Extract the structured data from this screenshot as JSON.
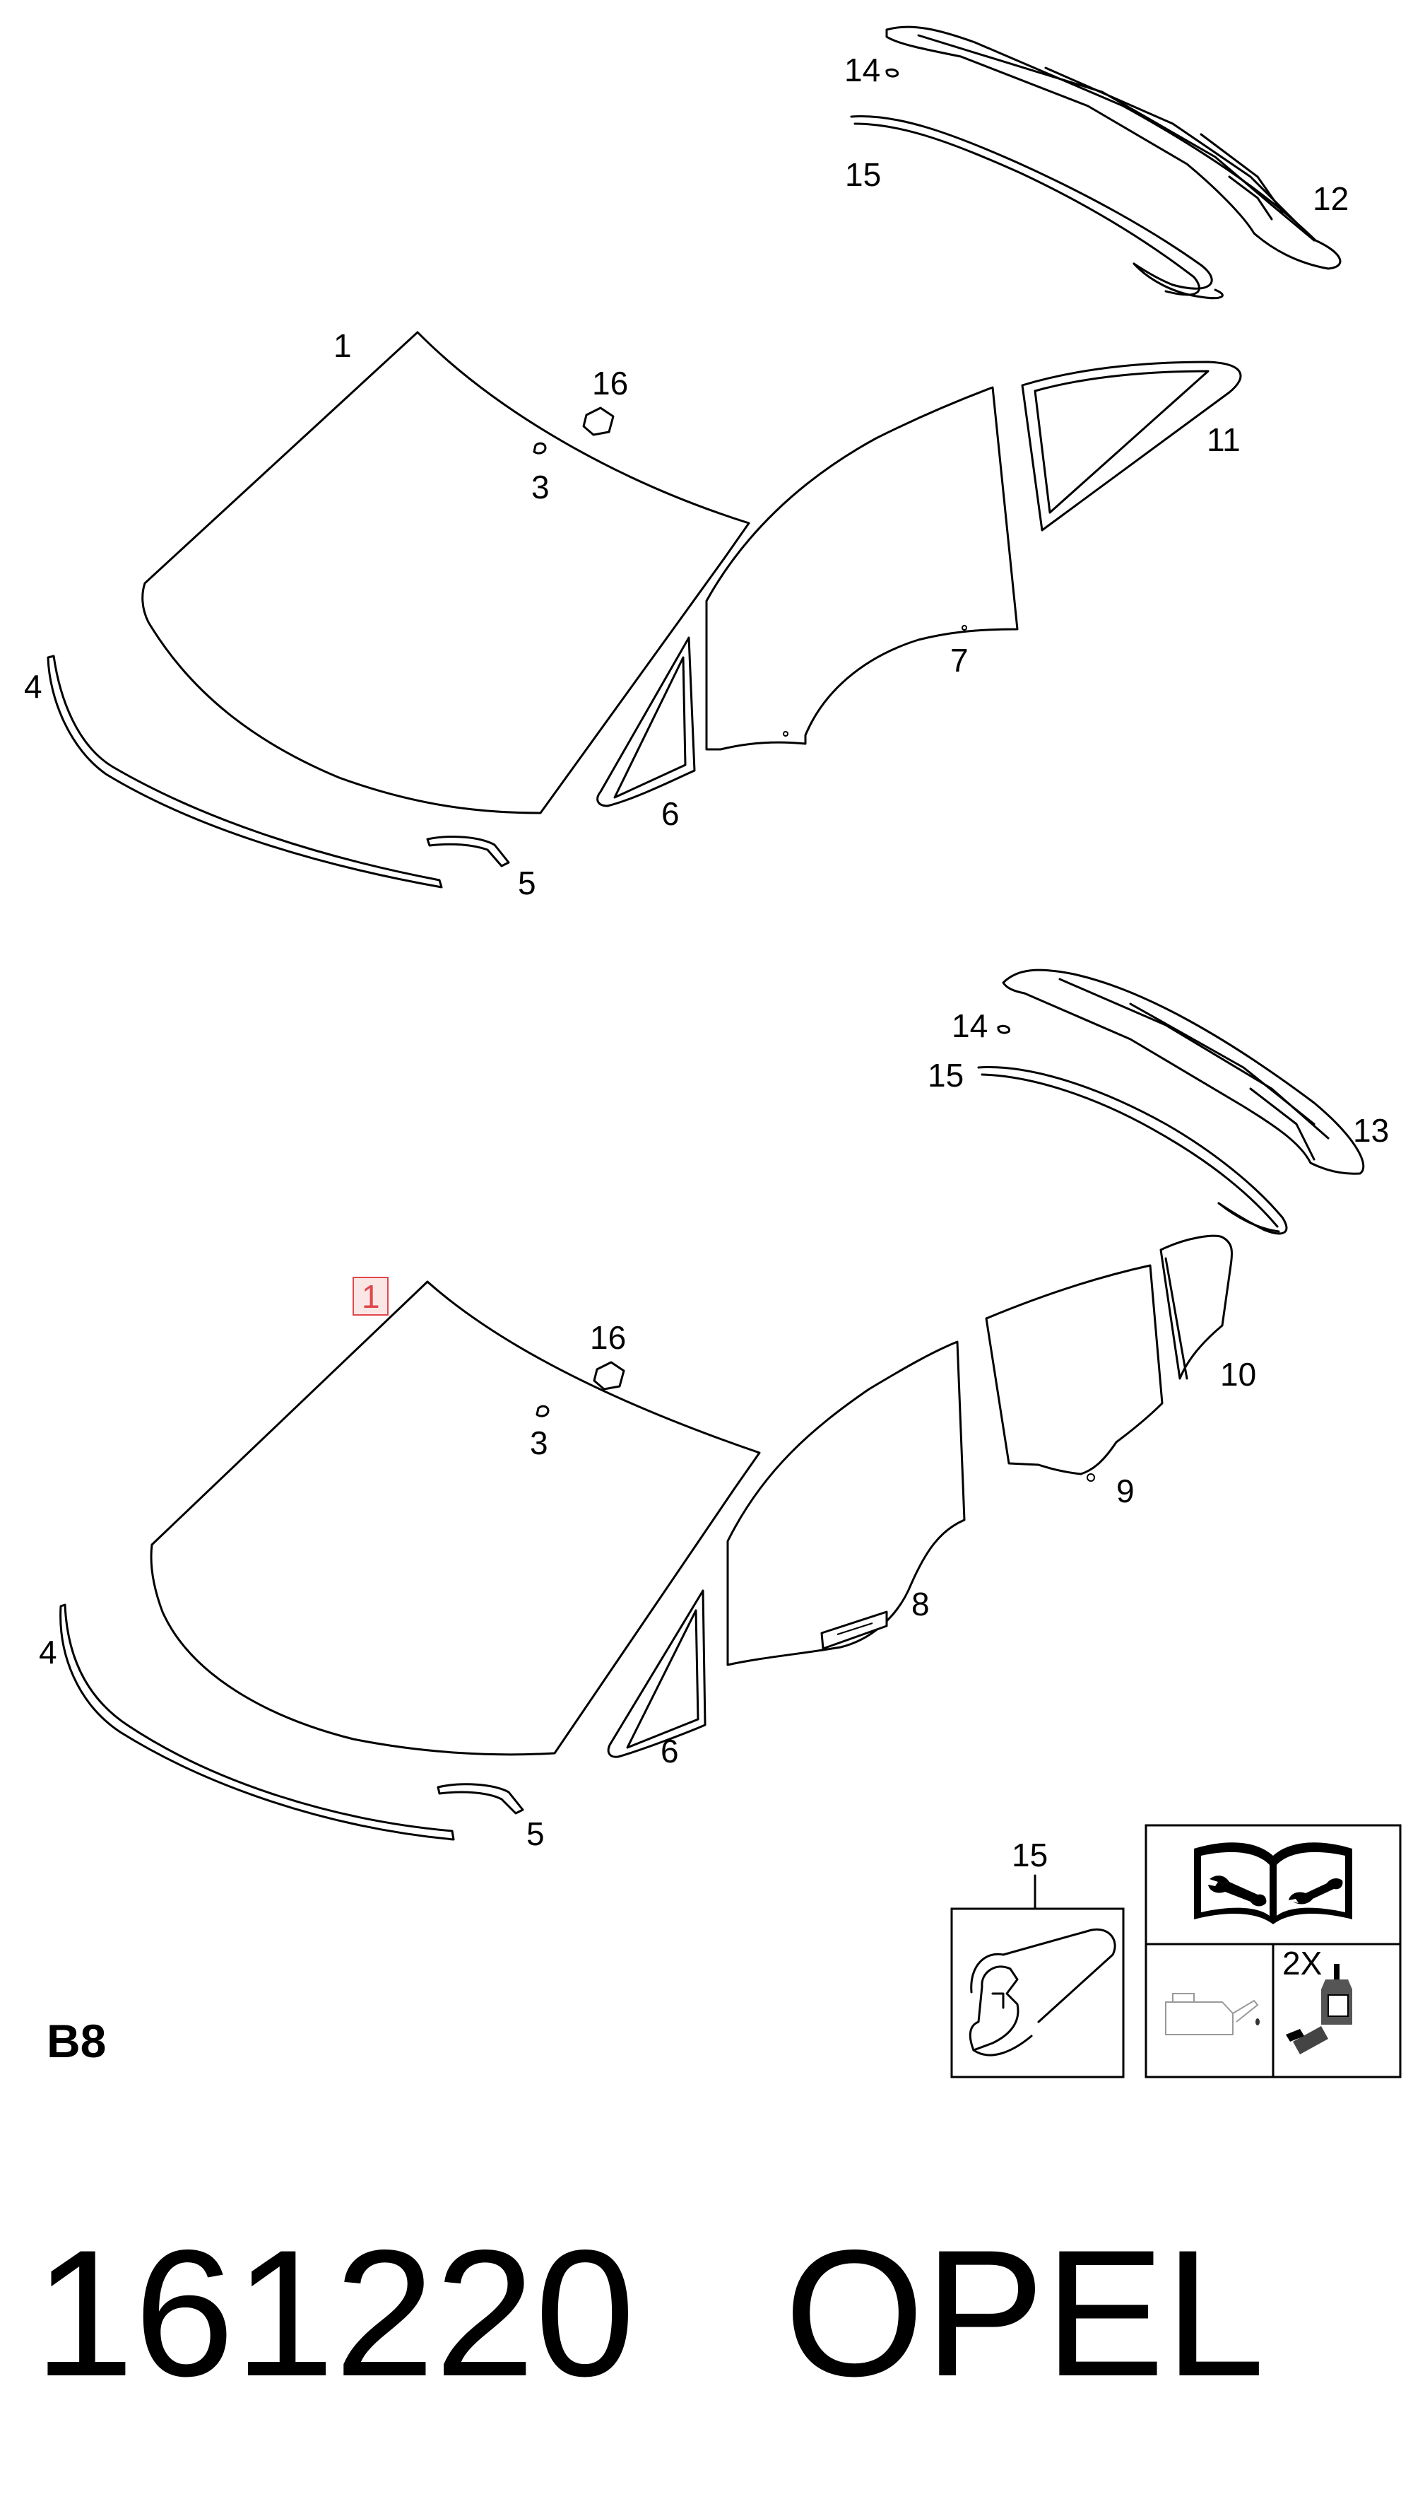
{
  "colors": {
    "line": "#000000",
    "highlight": "#e0474c",
    "highlight_fill": "#fbe6e6",
    "grey_icon": "#9a9a9a"
  },
  "upper_group": {
    "labels": {
      "p1": "1",
      "p3": "3",
      "p4": "4",
      "p5": "5",
      "p6": "6",
      "p7": "7",
      "p11": "11",
      "p12": "12",
      "p14": "14",
      "p15": "15",
      "p16": "16"
    }
  },
  "lower_group": {
    "labels": {
      "p1": "1",
      "p3": "3",
      "p4": "4",
      "p5": "5",
      "p6": "6",
      "p8": "8",
      "p9": "9",
      "p10": "10",
      "p13": "13",
      "p14": "14",
      "p15": "15",
      "p16": "16"
    },
    "highlighted_part": "1"
  },
  "seal_detail": {
    "label": "15"
  },
  "instruction_box": {
    "icons": [
      "service-manual-wrench-icon",
      "oil-can-icon",
      "adhesive-bottle-icon"
    ],
    "quantity": "2X"
  },
  "section_code": "B8",
  "footer": {
    "diagram_number": "161220",
    "brand": "OPEL"
  }
}
